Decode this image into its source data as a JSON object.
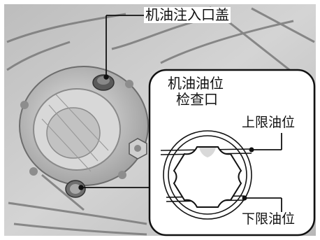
{
  "labels": {
    "filler_cap": "机油注入口盖",
    "inspection_window_line1": "机油油位",
    "inspection_window_line2": "检查口",
    "upper_level": "上限油位",
    "lower_level": "下限油位"
  },
  "colors": {
    "engine_background": "#c9c9c9",
    "callout_background": "#ffffff",
    "line": "#111111"
  }
}
